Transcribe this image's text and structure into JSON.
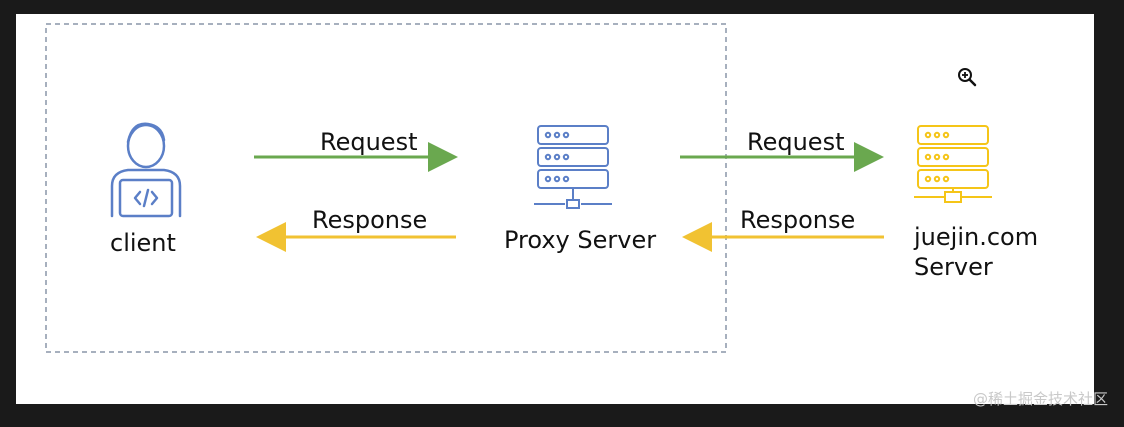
{
  "nodes": {
    "client": {
      "label": "client",
      "color": "#5b7fc7"
    },
    "proxy": {
      "label": "Proxy Server",
      "color": "#5b7fc7"
    },
    "target": {
      "label_line1": "juejin.com",
      "label_line2": "Server",
      "color": "#f5c518"
    }
  },
  "edges": {
    "client_to_proxy_request": {
      "label": "Request",
      "color": "#6aa84f"
    },
    "proxy_to_client_response": {
      "label": "Response",
      "color": "#f1c232"
    },
    "proxy_to_server_request": {
      "label": "Request",
      "color": "#6aa84f"
    },
    "server_to_proxy_response": {
      "label": "Response",
      "color": "#f1c232"
    }
  },
  "boundary": {
    "style": "dashed",
    "color": "#8a96a8"
  },
  "icons": {
    "zoom": "zoom-in-icon"
  },
  "watermark": "@稀土掘金技术社区"
}
